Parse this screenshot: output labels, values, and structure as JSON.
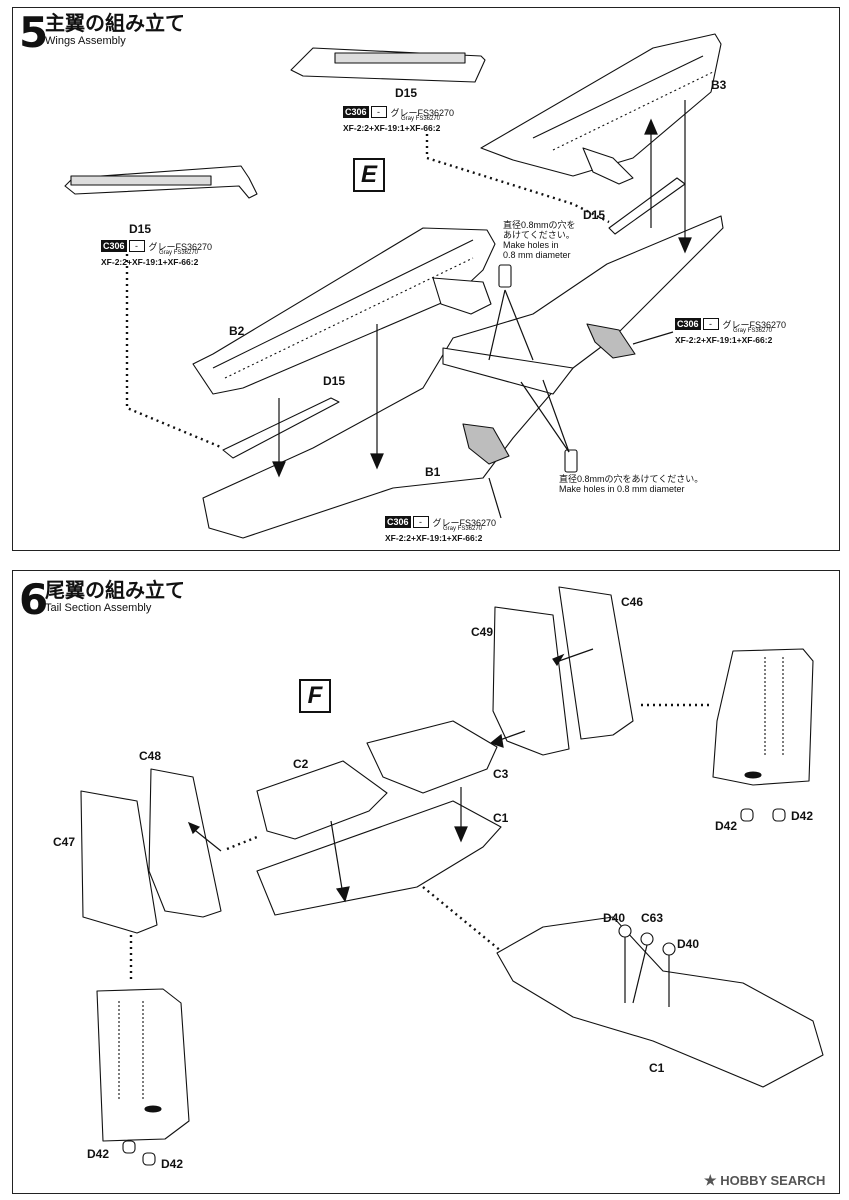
{
  "step5": {
    "number": "5",
    "title_jp": "主翼の組み立て",
    "title_en": "Wings Assembly",
    "section_letter": "E",
    "parts": {
      "d15_top": "D15",
      "d15_left": "D15",
      "d15_mid": "D15",
      "d15_right": "D15",
      "b1": "B1",
      "b2": "B2",
      "b3": "B3"
    },
    "color_callout": {
      "code": "C306",
      "dash": "-",
      "jp": "グレーFS36270",
      "en": "Gray FS36270",
      "mix": "XF-2:2+XF-19:1+XF-66:2"
    },
    "hole_note_top": {
      "jp_line1": "直径0.8mmの穴を",
      "jp_line2": "あけてください。",
      "en_line1": "Make holes in",
      "en_line2": "0.8 mm diameter"
    },
    "hole_note_bottom": {
      "jp": "直径0.8mmの穴をあけてください。",
      "en": "Make holes in 0.8 mm diameter"
    }
  },
  "step6": {
    "number": "6",
    "title_jp": "尾翼の組み立て",
    "title_en": "Tail Section Assembly",
    "section_letter": "F",
    "parts": {
      "c46": "C46",
      "c49": "C49",
      "c48": "C48",
      "c47": "C47",
      "c2": "C2",
      "c3": "C3",
      "c1_top": "C1",
      "c1_bottom": "C1",
      "d40_a": "D40",
      "c63": "C63",
      "d40_b": "D40",
      "d42_r1": "D42",
      "d42_r2": "D42",
      "d42_l1": "D42",
      "d42_l2": "D42"
    }
  },
  "watermark": "HOBBY SEARCH",
  "colors": {
    "ink": "#111111",
    "paper": "#ffffff",
    "shade": "#bdbdbd"
  }
}
